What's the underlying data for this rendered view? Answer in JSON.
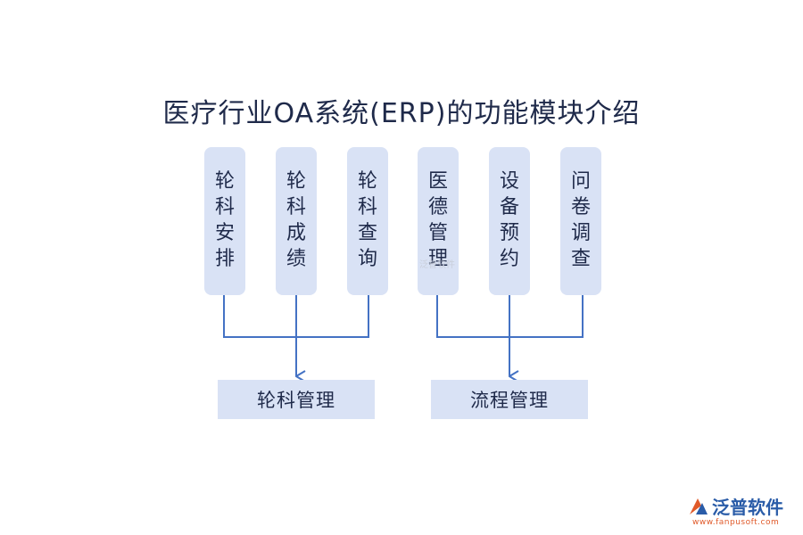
{
  "title": "医疗行业OA系统(ERP)的功能模块介绍",
  "modules": [
    {
      "label": "轮科安排"
    },
    {
      "label": "轮科成绩"
    },
    {
      "label": "轮科查询"
    },
    {
      "label": "医德管理"
    },
    {
      "label": "设备预约"
    },
    {
      "label": "问卷调查"
    }
  ],
  "groups": [
    {
      "label": "轮科管理"
    },
    {
      "label": "流程管理"
    }
  ],
  "watermark": "泛普软件",
  "logo": {
    "name": "泛普软件",
    "url": "www.fanpusoft.com"
  },
  "colors": {
    "box_fill": "#d9e2f5",
    "connector": "#4472c4",
    "title": "#1f2a4a"
  }
}
